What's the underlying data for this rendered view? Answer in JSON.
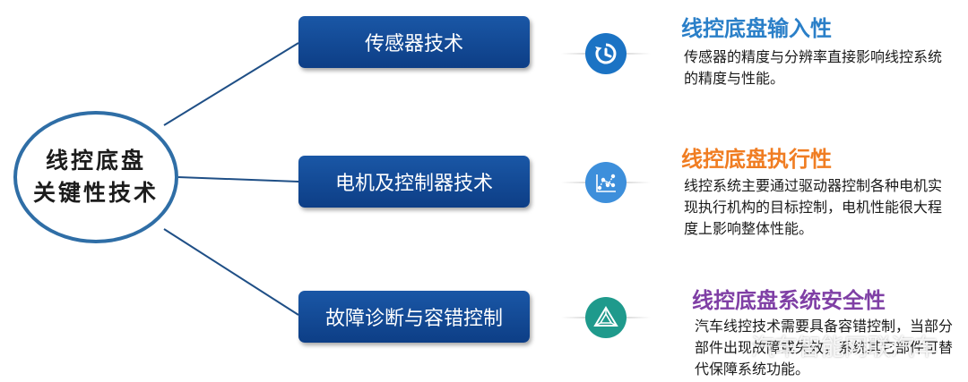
{
  "hub": {
    "line1": "线控底盘",
    "line2": "关键性技术"
  },
  "technologies": [
    {
      "label": "传感器技术"
    },
    {
      "label": "电机及控制器技术"
    },
    {
      "label": "故障诊断与容错控制"
    }
  ],
  "details": [
    {
      "title": "线控底盘输入性",
      "text": "传感器的精度与分辨率直接影响线控系统的精度与性能。",
      "icon": "clock-history-icon",
      "icon_color": "#1b73c4",
      "title_color": "#2a7fc8"
    },
    {
      "title": "线控底盘执行性",
      "text": "线控系统主要通过驱动器控制各种电机实现执行机构的目标控制，电机性能很大程度上影响整体性能。",
      "icon": "network-chart-icon",
      "icon_color": "#3d8fdb",
      "title_color": "#f07d22"
    },
    {
      "title": "线控底盘系统安全性",
      "text": "汽车线控技术需要具备容错控制，当部分部件出现故障或失效，系统其它部件可替代保障系统功能。",
      "icon": "triangle-network-icon",
      "icon_color": "#1f9a8c",
      "title_color": "#7f3fa5"
    }
  ],
  "watermark": {
    "text": "汽车智能网联汽车"
  },
  "colors": {
    "box_fill": "#0d3e86",
    "hub_border": "#2f6ea6",
    "connector": "#1f4f86"
  }
}
